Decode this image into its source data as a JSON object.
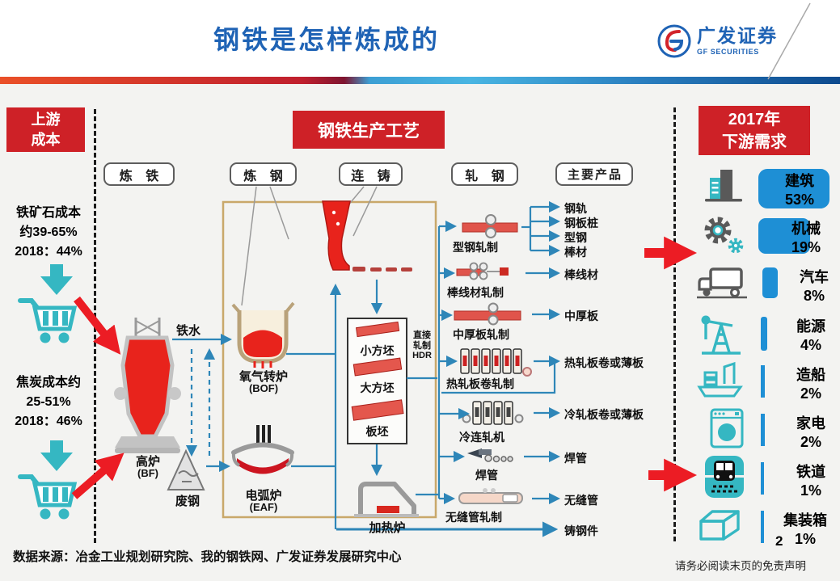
{
  "header": {
    "title": "钢铁是怎样炼成的",
    "logo_cn": "广发证券",
    "logo_en": "GF SECURITIES"
  },
  "upstream": {
    "tag": "上游\n成本",
    "iron_ore": "铁矿石成本\n约39-65%\n2018：44%",
    "coke": "焦炭成本约\n25-51%\n2018：46%"
  },
  "process": {
    "tag": "钢铁生产工艺",
    "stages": [
      "炼 铁",
      "炼 钢",
      "连 铸",
      "轧 钢",
      "主要产品"
    ],
    "bf": {
      "label": "高炉",
      "abbr": "(BF)"
    },
    "bof": {
      "label": "氧气转炉",
      "abbr": "(BOF)"
    },
    "eaf": {
      "label": "电弧炉",
      "abbr": "(EAF)"
    },
    "hot_metal": "铁水",
    "scrap": "废钢",
    "billets": [
      "小方坯",
      "大方坯",
      "板坯"
    ],
    "hdr": "直接\n轧制\nHDR",
    "reheat": "加热炉",
    "mills": [
      "型钢轧制",
      "棒线材轧制",
      "中厚板轧制",
      "热轧板卷轧制",
      "冷连轧机",
      "焊管",
      "无缝管轧制"
    ],
    "products": [
      "钢轨",
      "钢板桩",
      "型钢",
      "棒材",
      "棒线材",
      "中厚板",
      "热轧板卷或薄板",
      "冷轧板卷或薄板",
      "焊管",
      "无缝管",
      "铸钢件"
    ]
  },
  "demand": {
    "tag": "2017年\n下游需求",
    "items": [
      {
        "label": "建筑",
        "pct": "53%",
        "icon": "building-icon"
      },
      {
        "label": "机械",
        "pct": "19%",
        "icon": "gears-icon"
      },
      {
        "label": "汽车",
        "pct": "8%",
        "icon": "truck-icon"
      },
      {
        "label": "能源",
        "pct": "4%",
        "icon": "oil-pump-icon"
      },
      {
        "label": "造船",
        "pct": "2%",
        "icon": "ship-icon"
      },
      {
        "label": "家电",
        "pct": "2%",
        "icon": "washing-machine-icon"
      },
      {
        "label": "铁道",
        "pct": "1%",
        "icon": "train-icon"
      },
      {
        "label": "集装箱",
        "pct": "1%",
        "icon": "container-icon"
      }
    ]
  },
  "footer": {
    "source": "数据来源：冶金工业规划研究院、我的钢铁网、广发证券发展研究中心",
    "disclaimer": "请务必阅读末页的免责声明",
    "page": "2"
  },
  "colors": {
    "accent_red": "#ce2127",
    "teal": "#35b7c2",
    "bar_blue": "#1e8fd5",
    "line_blue": "#2e86b8",
    "title_blue": "#1f63b5",
    "tan_box": "#c9a86a"
  }
}
